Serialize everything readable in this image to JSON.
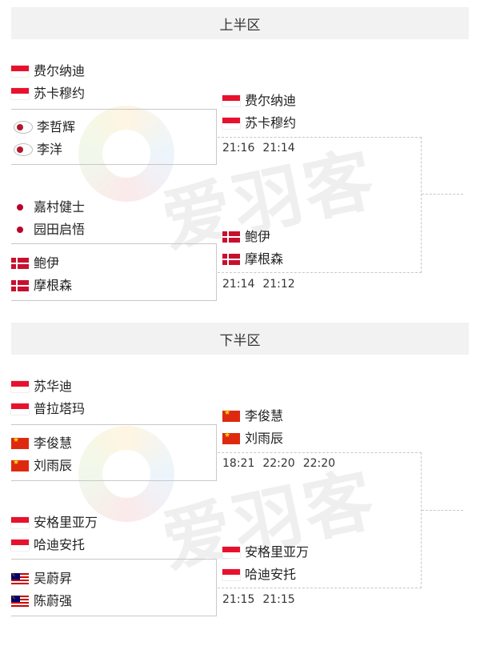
{
  "watermark_text": "爱羽客",
  "top_half": {
    "title": "上半区",
    "r1": [
      {
        "players": [
          {
            "flag": "indonesia-flag",
            "name": "费尔纳迪"
          },
          {
            "flag": "indonesia-flag",
            "name": "苏卡穆约"
          }
        ]
      },
      {
        "players": [
          {
            "flag": "chinese-taipei-flag",
            "name": "李哲辉"
          },
          {
            "flag": "chinese-taipei-flag",
            "name": "李洋"
          }
        ]
      },
      {
        "players": [
          {
            "flag": "japan-flag",
            "name": "嘉村健士"
          },
          {
            "flag": "japan-flag",
            "name": "园田启悟"
          }
        ]
      },
      {
        "players": [
          {
            "flag": "denmark-flag",
            "name": "鲍伊"
          },
          {
            "flag": "denmark-flag",
            "name": "摩根森"
          }
        ]
      }
    ],
    "r2": [
      {
        "players": [
          {
            "flag": "indonesia-flag",
            "name": "费尔纳迪"
          },
          {
            "flag": "indonesia-flag",
            "name": "苏卡穆约"
          }
        ],
        "scores": [
          "21:16",
          "21:14"
        ]
      },
      {
        "players": [
          {
            "flag": "denmark-flag",
            "name": "鲍伊"
          },
          {
            "flag": "denmark-flag",
            "name": "摩根森"
          }
        ],
        "scores": [
          "21:14",
          "21:12"
        ]
      }
    ]
  },
  "bottom_half": {
    "title": "下半区",
    "r1": [
      {
        "players": [
          {
            "flag": "indonesia-flag",
            "name": "苏华迪"
          },
          {
            "flag": "indonesia-flag",
            "name": "普拉塔玛"
          }
        ]
      },
      {
        "players": [
          {
            "flag": "china-flag",
            "name": "李俊慧"
          },
          {
            "flag": "china-flag",
            "name": "刘雨辰"
          }
        ]
      },
      {
        "players": [
          {
            "flag": "indonesia-flag",
            "name": "安格里亚万"
          },
          {
            "flag": "indonesia-flag",
            "name": "哈迪安托"
          }
        ]
      },
      {
        "players": [
          {
            "flag": "malaysia-flag",
            "name": "吴蔚昇"
          },
          {
            "flag": "malaysia-flag",
            "name": "陈蔚强"
          }
        ]
      }
    ],
    "r2": [
      {
        "players": [
          {
            "flag": "china-flag",
            "name": "李俊慧"
          },
          {
            "flag": "china-flag",
            "name": "刘雨辰"
          }
        ],
        "scores": [
          "18:21",
          "22:20",
          "22:20"
        ]
      },
      {
        "players": [
          {
            "flag": "indonesia-flag",
            "name": "安格里亚万"
          },
          {
            "flag": "indonesia-flag",
            "name": "哈迪安托"
          }
        ],
        "scores": [
          "21:15",
          "21:15"
        ]
      }
    ]
  }
}
